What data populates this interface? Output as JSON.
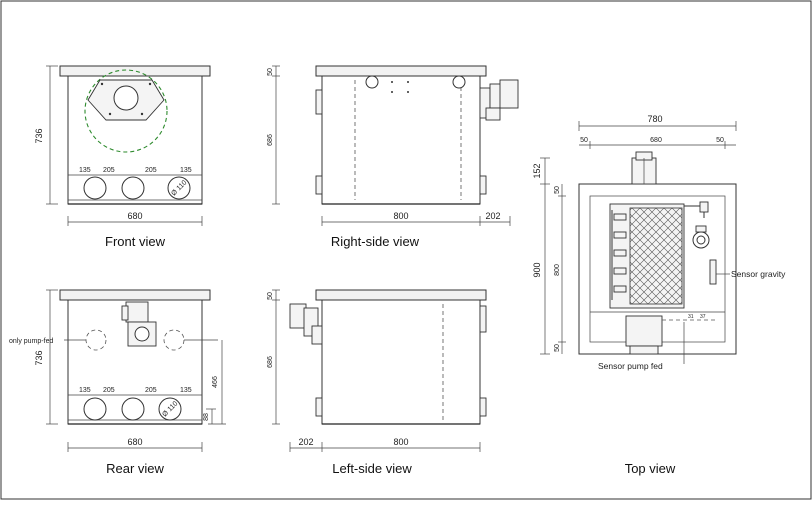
{
  "views": {
    "front": {
      "caption": "Front view",
      "height_label": "736",
      "width_label": "680",
      "spacing_labels": [
        "135",
        "205",
        "205",
        "135"
      ],
      "port_label": "Ø 110"
    },
    "right_side": {
      "caption": "Right-side view",
      "top_label": "50",
      "height_label": "686",
      "width_label": "800",
      "ext_label": "202"
    },
    "rear": {
      "caption": "Rear view",
      "height_label": "736",
      "width_label": "680",
      "spacing_labels": [
        "135",
        "205",
        "205",
        "135"
      ],
      "port_label": "Ø 110",
      "note_label": "only pump-fed",
      "inlet_height_label": "466",
      "bottom_offset_label": "88"
    },
    "left_side": {
      "caption": "Left-side view",
      "top_label": "50",
      "height_label": "686",
      "width_label": "800",
      "ext_label": "202"
    },
    "top": {
      "caption": "Top view",
      "overall_width_label": "780",
      "margin_left_label": "50",
      "inner_width_label": "680",
      "margin_right_label": "50",
      "protrusion_label": "152",
      "overall_height_label": "900",
      "inner_height_label": "800",
      "top_margin_label": "50",
      "bottom_margin_label": "50",
      "sensor_gravity_label": "Sensor gravity",
      "sensor_pump_label": "Sensor pump fed",
      "small_labels": [
        "31",
        "37"
      ]
    }
  },
  "colors": {
    "line": "#333333",
    "pump_dash": "#2e8b2e",
    "lid_fill": "#f2f2f2"
  }
}
